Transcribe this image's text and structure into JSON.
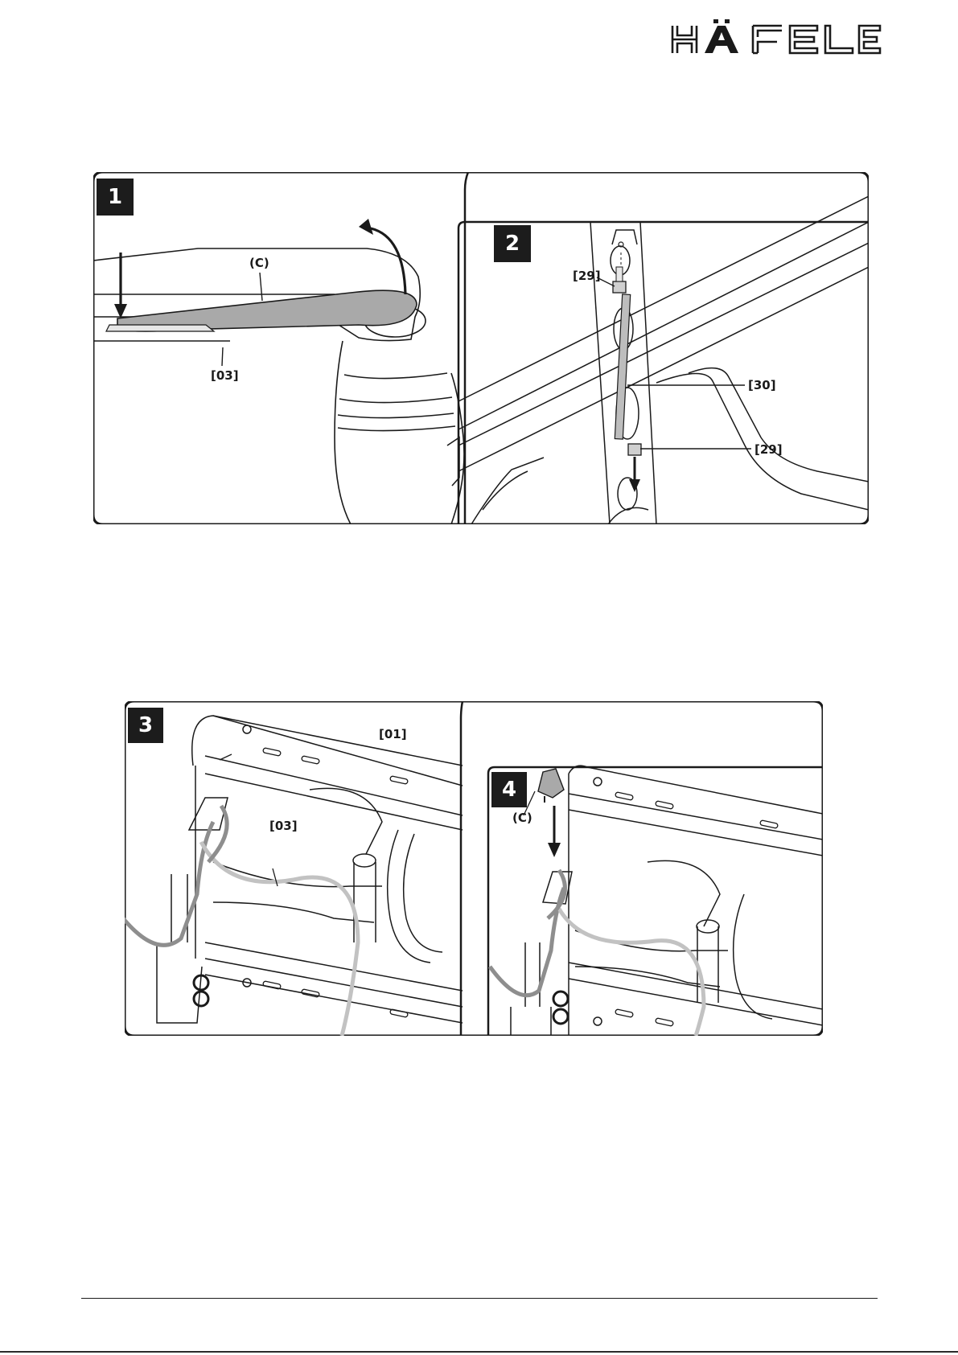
{
  "brand": {
    "name": "HÄFELE",
    "color": "#1a1a1a"
  },
  "steps": [
    {
      "number": "1",
      "callouts": {
        "c": "(C)",
        "part": "[03]"
      }
    },
    {
      "number": "2",
      "callouts": {
        "upper": "[29]",
        "rod": "[30]",
        "lower": "[29]"
      }
    },
    {
      "number": "3",
      "callouts": {
        "rail": "[01]",
        "arm": "[03]"
      }
    },
    {
      "number": "4",
      "callouts": {
        "cap": "(C)"
      }
    }
  ],
  "colors": {
    "line": "#1a1a1a",
    "cap_fill": "#a9a9a9",
    "cable": "#8e8e8e",
    "cable_light": "#c2c2c2",
    "badge": "#1c1c1c"
  }
}
